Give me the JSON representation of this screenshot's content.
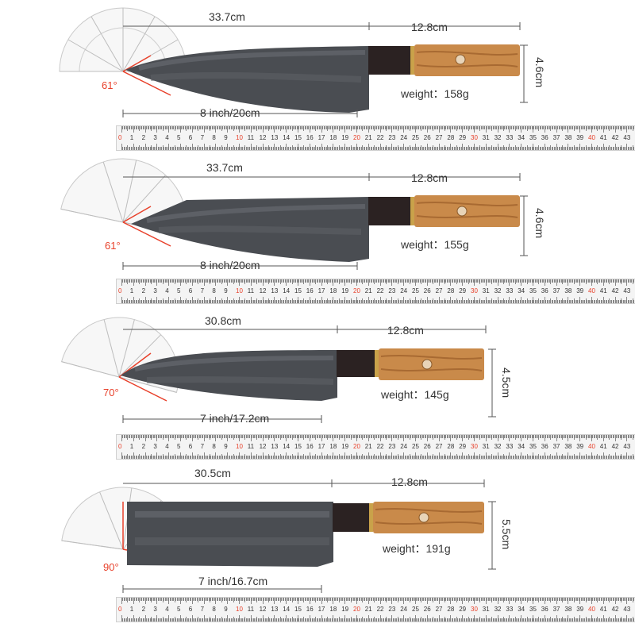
{
  "colors": {
    "angle_red": "#e8402a",
    "blade_dark": "#4a4d52",
    "handle_wood": "#c98a4a",
    "bolster": "#2b2222",
    "ruler_bg": "#f4f4f4",
    "ruler_red": "#e8402a"
  },
  "knives": [
    {
      "total_length": "33.7cm",
      "handle_length": "12.8cm",
      "blade_length": "8 inch/20cm",
      "weight": "weight：158g",
      "handle_height": "4.6cm",
      "angle": "61°",
      "blade_shape": "gyuto"
    },
    {
      "total_length": "33.7cm",
      "handle_length": "12.8cm",
      "blade_length": "8 inch/20cm",
      "weight": "weight：155g",
      "handle_height": "4.6cm",
      "angle": "61°",
      "blade_shape": "kiritsuke"
    },
    {
      "total_length": "30.8cm",
      "handle_length": "12.8cm",
      "blade_length": "7 inch/17.2cm",
      "weight": "weight：145g",
      "handle_height": "4.5cm",
      "angle": "70°",
      "blade_shape": "santoku"
    },
    {
      "total_length": "30.5cm",
      "handle_length": "12.8cm",
      "blade_length": "7 inch/16.7cm",
      "weight": "weight：191g",
      "handle_height": "5.5cm",
      "angle": "90°",
      "blade_shape": "nakiri"
    }
  ],
  "ruler": {
    "numbers": [
      "0",
      "1",
      "2",
      "3",
      "4",
      "5",
      "6",
      "7",
      "8",
      "9",
      "10",
      "11",
      "12",
      "13",
      "14",
      "15",
      "16",
      "17",
      "18",
      "19",
      "20",
      "21",
      "22",
      "23",
      "24",
      "25",
      "26",
      "27",
      "28",
      "29",
      "30",
      "31",
      "32",
      "33",
      "34",
      "35",
      "36",
      "37",
      "38",
      "39",
      "40",
      "41",
      "42",
      "43"
    ],
    "red_numbers": [
      "0",
      "10",
      "20",
      "30",
      "40"
    ]
  }
}
